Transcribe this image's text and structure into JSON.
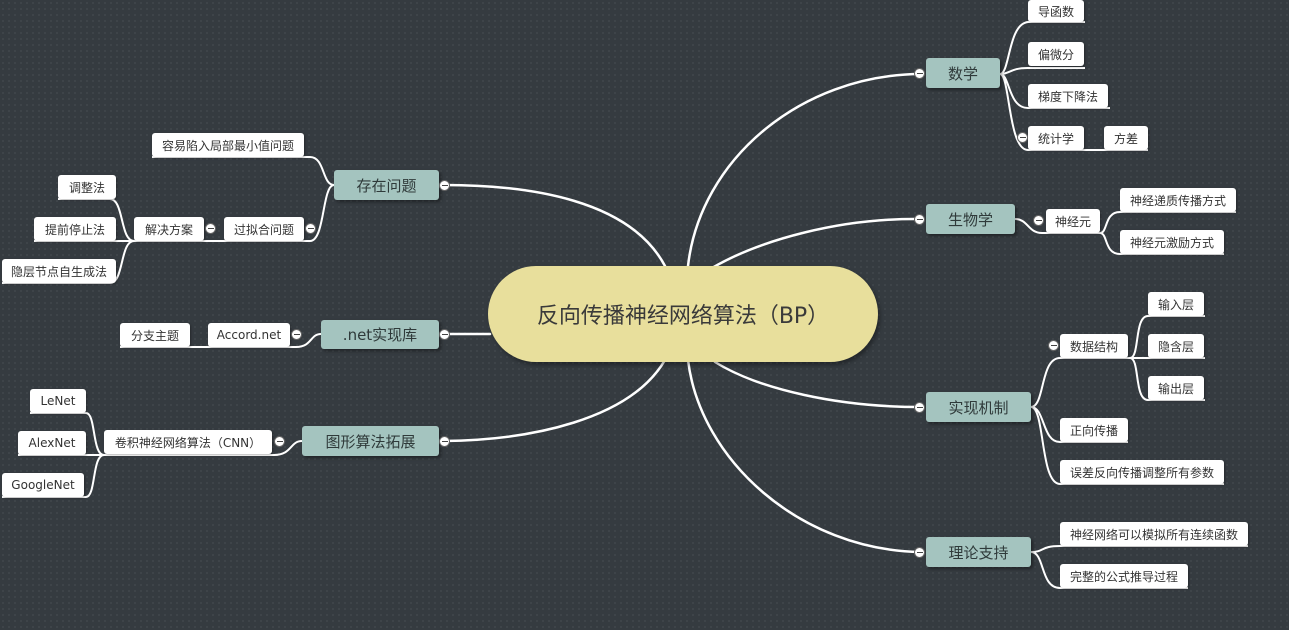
{
  "root": "反向传播神经网络算法（BP）",
  "branches": {
    "math": {
      "label": "数学",
      "children": [
        "导函数",
        "偏微分",
        "梯度下降法"
      ],
      "stats": {
        "label": "统计学",
        "child": "方差"
      }
    },
    "biology": {
      "label": "生物学",
      "neuron": {
        "label": "神经元",
        "children": [
          "神经递质传播方式",
          "神经元激励方式"
        ]
      }
    },
    "mechanism": {
      "label": "实现机制",
      "data_structure": {
        "label": "数据结构",
        "children": [
          "输入层",
          "隐含层",
          "输出层"
        ]
      },
      "children": [
        "正向传播",
        "误差反向传播调整所有参数"
      ]
    },
    "theory": {
      "label": "理论支持",
      "children": [
        "神经网络可以模拟所有连续函数",
        "完整的公式推导过程"
      ]
    },
    "problems": {
      "label": "存在问题",
      "local_min": "容易陷入局部最小值问题",
      "overfit": {
        "label": "过拟合问题",
        "solution": {
          "label": "解决方案",
          "children": [
            "调整法",
            "提前停止法",
            "隐层节点自生成法"
          ]
        }
      }
    },
    "dotnet": {
      "label": ".net实现库",
      "accord": {
        "label": "Accord.net",
        "child": "分支主题"
      }
    },
    "graphics": {
      "label": "图形算法拓展",
      "cnn": {
        "label": "卷积神经网络算法（CNN）",
        "children": [
          "LeNet",
          "AlexNet",
          "GoogleNet"
        ]
      }
    }
  },
  "colors": {
    "background": "#353b40",
    "root": "#e8df9c",
    "main_topic": "#a4c4bf",
    "subtopic": "#ffffff",
    "line": "#ffffff"
  }
}
